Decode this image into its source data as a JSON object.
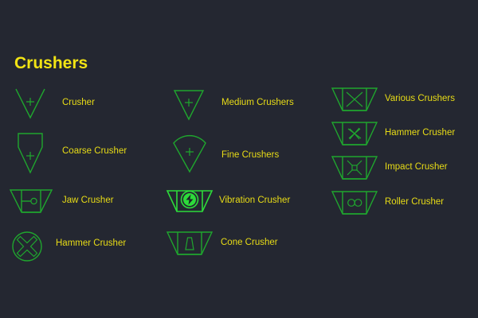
{
  "page": {
    "title": "Crushers",
    "background_color": "#242731",
    "symbol_color": "#1fa62e",
    "symbol_bright_color": "#2ddb3a",
    "label_color": "#e8dc16",
    "title_color": "#f2e414"
  },
  "columns": [
    {
      "name": "column-1",
      "items": [
        {
          "label": "Crusher",
          "icon": "crusher-vee-plus-icon"
        },
        {
          "label": "Coarse Crusher",
          "icon": "coarse-crusher-flat-top-point-icon"
        },
        {
          "label": "Jaw Crusher",
          "icon": "jaw-crusher-trapezoid-lever-icon"
        },
        {
          "label": "Hammer Crusher",
          "icon": "hammer-crusher-circle-cross-icon"
        }
      ]
    },
    {
      "name": "column-2",
      "items": [
        {
          "label": "Medium Crushers",
          "icon": "medium-crusher-triangle-plus-icon"
        },
        {
          "label": "Fine Crushers",
          "icon": "fine-crusher-wedge-plus-icon"
        },
        {
          "label": "Vibration Crusher",
          "icon": "vibration-crusher-bolt-icon"
        },
        {
          "label": "Cone Crusher",
          "icon": "cone-crusher-inner-cone-icon"
        }
      ]
    },
    {
      "name": "column-3",
      "items": [
        {
          "label": "Various Crushers",
          "icon": "various-crushers-x-box-icon"
        },
        {
          "label": "Hammer Crusher",
          "icon": "hammer-crusher-pinwheel-icon"
        },
        {
          "label": "Impact Crusher",
          "icon": "impact-crusher-x-hub-icon"
        },
        {
          "label": "Roller Crusher",
          "icon": "roller-crusher-two-rolls-icon"
        }
      ]
    }
  ]
}
